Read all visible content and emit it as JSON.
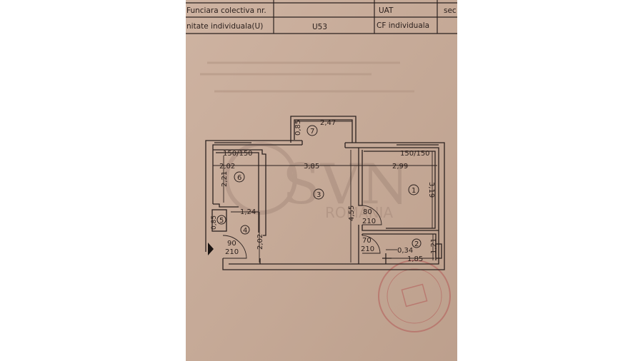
{
  "colors": {
    "paper": "#c8ab98",
    "ink": "#2b211f",
    "stamp": "#b5605c",
    "background": "#ffffff"
  },
  "header_table": {
    "rows": [
      {
        "label": "Funciara colectiva nr.",
        "value": "",
        "label2": "UAT",
        "value2": "sec"
      },
      {
        "label": "nitate individuala(U)",
        "value": "U53",
        "label2": "CF individuala",
        "value2": ""
      }
    ]
  },
  "watermark": {
    "brand": "SVN",
    "sub": "ROMANIA"
  },
  "plan": {
    "window_left": "150/150",
    "window_right": "150/150",
    "rooms": [
      "1",
      "2",
      "3",
      "4",
      "5",
      "6",
      "7"
    ],
    "dims": {
      "d_2_47": "2,47",
      "d_0_85_top": "0,85",
      "d_2_02_h": "2,02",
      "d_3_85": "3,85",
      "d_2_99": "2,99",
      "d_2_21": "2,21",
      "d_4_55": "4,55",
      "d_3_19": "3,19",
      "d_1_24": "1,24",
      "d_0_85_left": "0,85",
      "d_2_02_v": "2,02",
      "d_0_34": "0,34",
      "d_1_21": "1,21",
      "d_1_85": "1,85"
    },
    "doors": {
      "entry_w": "90",
      "entry_h": "210",
      "room1_w": "80",
      "room1_h": "210",
      "room2_w": "70",
      "room2_h": "210"
    },
    "entry_marker_icon": "triangle-right"
  }
}
